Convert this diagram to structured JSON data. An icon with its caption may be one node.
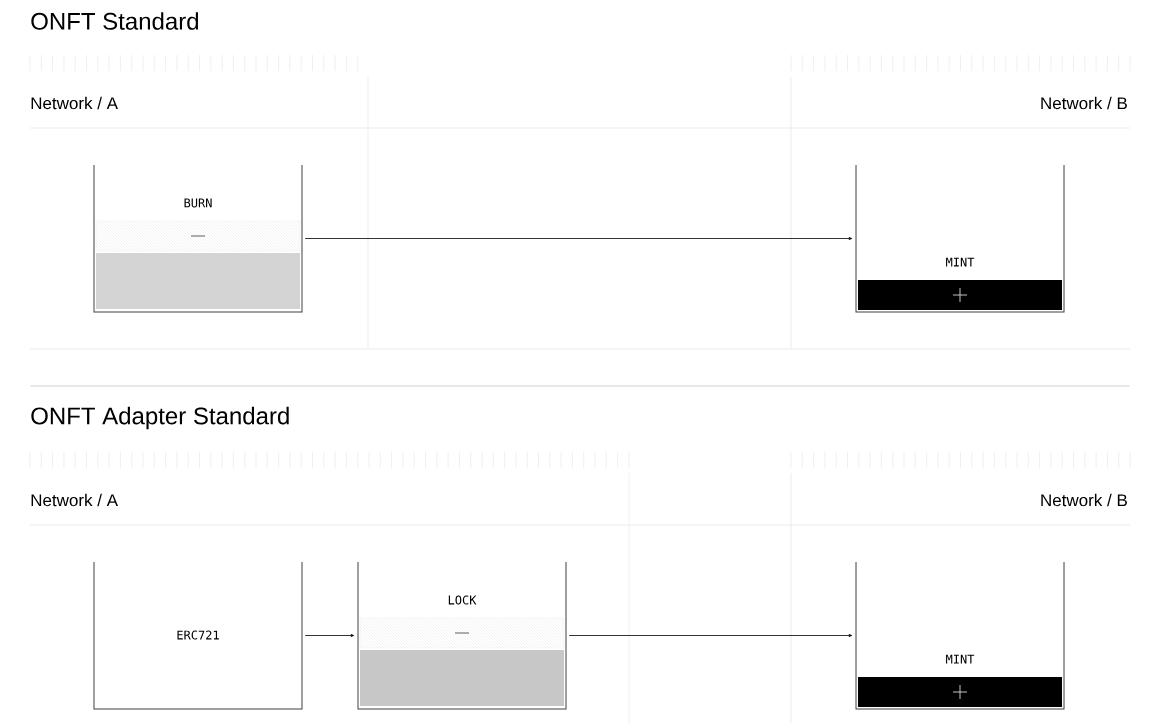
{
  "diagram": {
    "nodes": [
      {
        "text": [
          "BURN"
        ]
      },
      {
        "text": [
          "MINT"
        ]
      },
      {
        "text": [
          "ERC721"
        ]
      },
      {
        "text": [
          "LOCK"
        ]
      },
      {
        "text": [
          "MINT"
        ]
      }
    ],
    "edges": [
      {
        "from": 0,
        "to": 1,
        "arrow": "to"
      },
      {
        "from": 2,
        "to": 3,
        "arrow": "to"
      },
      {
        "from": 3,
        "to": 4,
        "arrow": "to"
      }
    ],
    "labels": [
      "ONFT Standard",
      "Network / A",
      "Network / B",
      "ONFT Adapter Standard",
      "Network / A",
      "Network / B"
    ]
  }
}
